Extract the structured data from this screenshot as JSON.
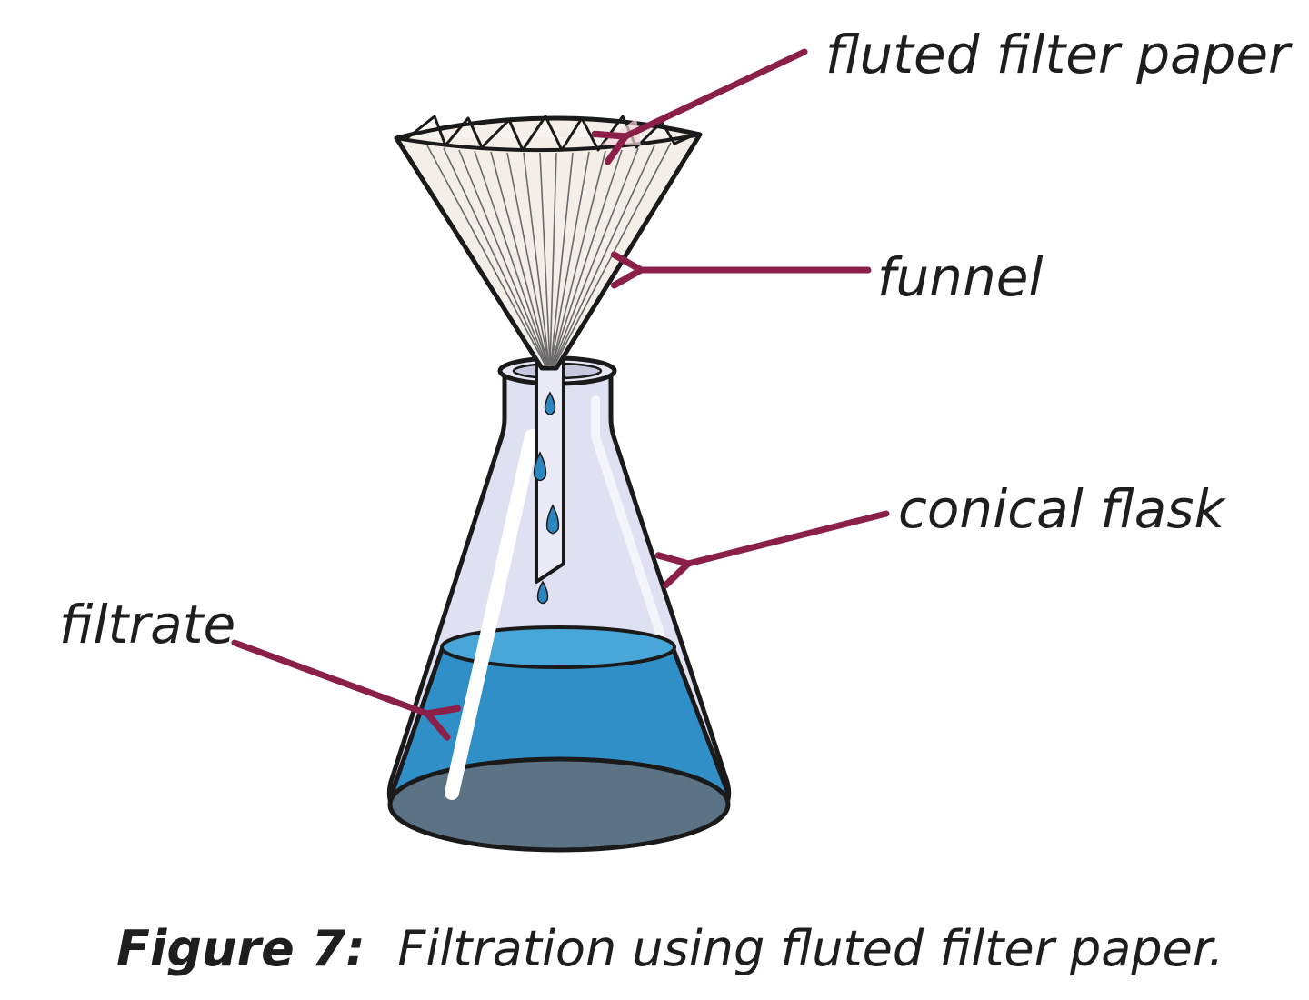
{
  "labels": {
    "filter_paper": "fluted filter paper",
    "funnel": "funnel",
    "flask": "conical flask",
    "filtrate": "filtrate"
  },
  "caption": {
    "number": "Figure 7:",
    "text": "Filtration using fluted filter paper."
  },
  "colors": {
    "arrow": "#8a1f48",
    "liquid": "#2f8fc6",
    "liquid_top": "#4fa8d8",
    "liquid_bottom": "#5e7a8c",
    "glass": "#dcdcf0",
    "paper": "#f4efe8",
    "outline": "#1a1a1a"
  }
}
